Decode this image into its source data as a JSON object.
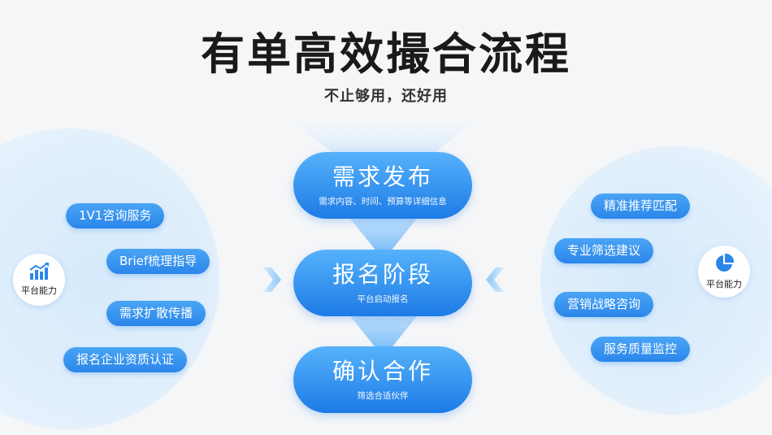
{
  "header": {
    "title": "有单高效撮合流程",
    "subtitle": "不止够用，还好用"
  },
  "left_panel": {
    "badge_label": "平台能力",
    "items": [
      "1V1咨询服务",
      "Brief梳理指导",
      "需求扩散传播",
      "报名企业资质认证"
    ]
  },
  "right_panel": {
    "badge_label": "平台能力",
    "items": [
      "精准推荐匹配",
      "专业筛选建议",
      "营销战略咨询",
      "服务质量监控"
    ]
  },
  "stages": [
    {
      "name": "需求发布",
      "desc": "需求内容、时间、预算等详细信息"
    },
    {
      "name": "报名阶段",
      "desc": "平台启动报名"
    },
    {
      "name": "确认合作",
      "desc": "筛选合适伙伴"
    }
  ],
  "colors": {
    "accent": "#2b86ea",
    "accent_light": "#56b2fb",
    "title": "#1a1a1a"
  },
  "icons": {
    "left_badge": "bar-chart-growth-icon",
    "right_badge": "pie-chart-icon"
  }
}
